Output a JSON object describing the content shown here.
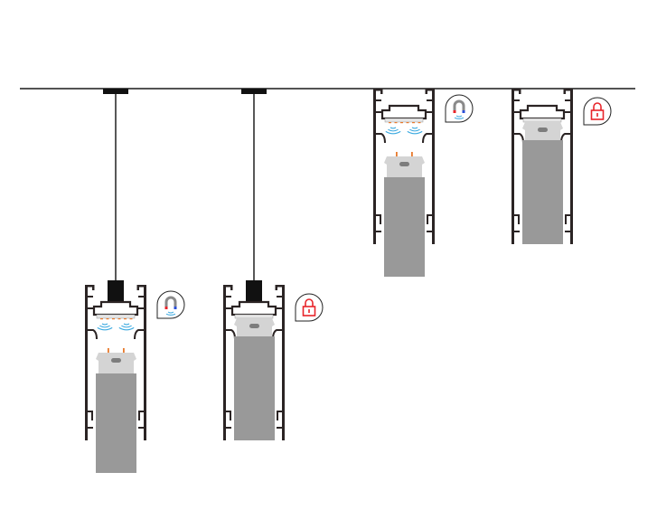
{
  "colors": {
    "line": "#1a1a1a",
    "profile": "#2b2424",
    "module_body": "#999999",
    "module_cap": "#d4d4d4",
    "plate": "#e6e6e6",
    "pin": "#e87a2c",
    "wave": "#3aa9e0",
    "lock": "#e8242a",
    "magnet": "#8a8a8a",
    "magnet_north": "#e8242a",
    "magnet_south": "#2a4fd8"
  },
  "units": [
    {
      "mount": "suspended",
      "module_state": "detached",
      "icon": "magnet-icon"
    },
    {
      "mount": "suspended",
      "module_state": "attached",
      "icon": "lock-icon"
    },
    {
      "mount": "surface",
      "module_state": "detached",
      "icon": "magnet-icon"
    },
    {
      "mount": "surface",
      "module_state": "attached",
      "icon": "lock-icon"
    }
  ]
}
